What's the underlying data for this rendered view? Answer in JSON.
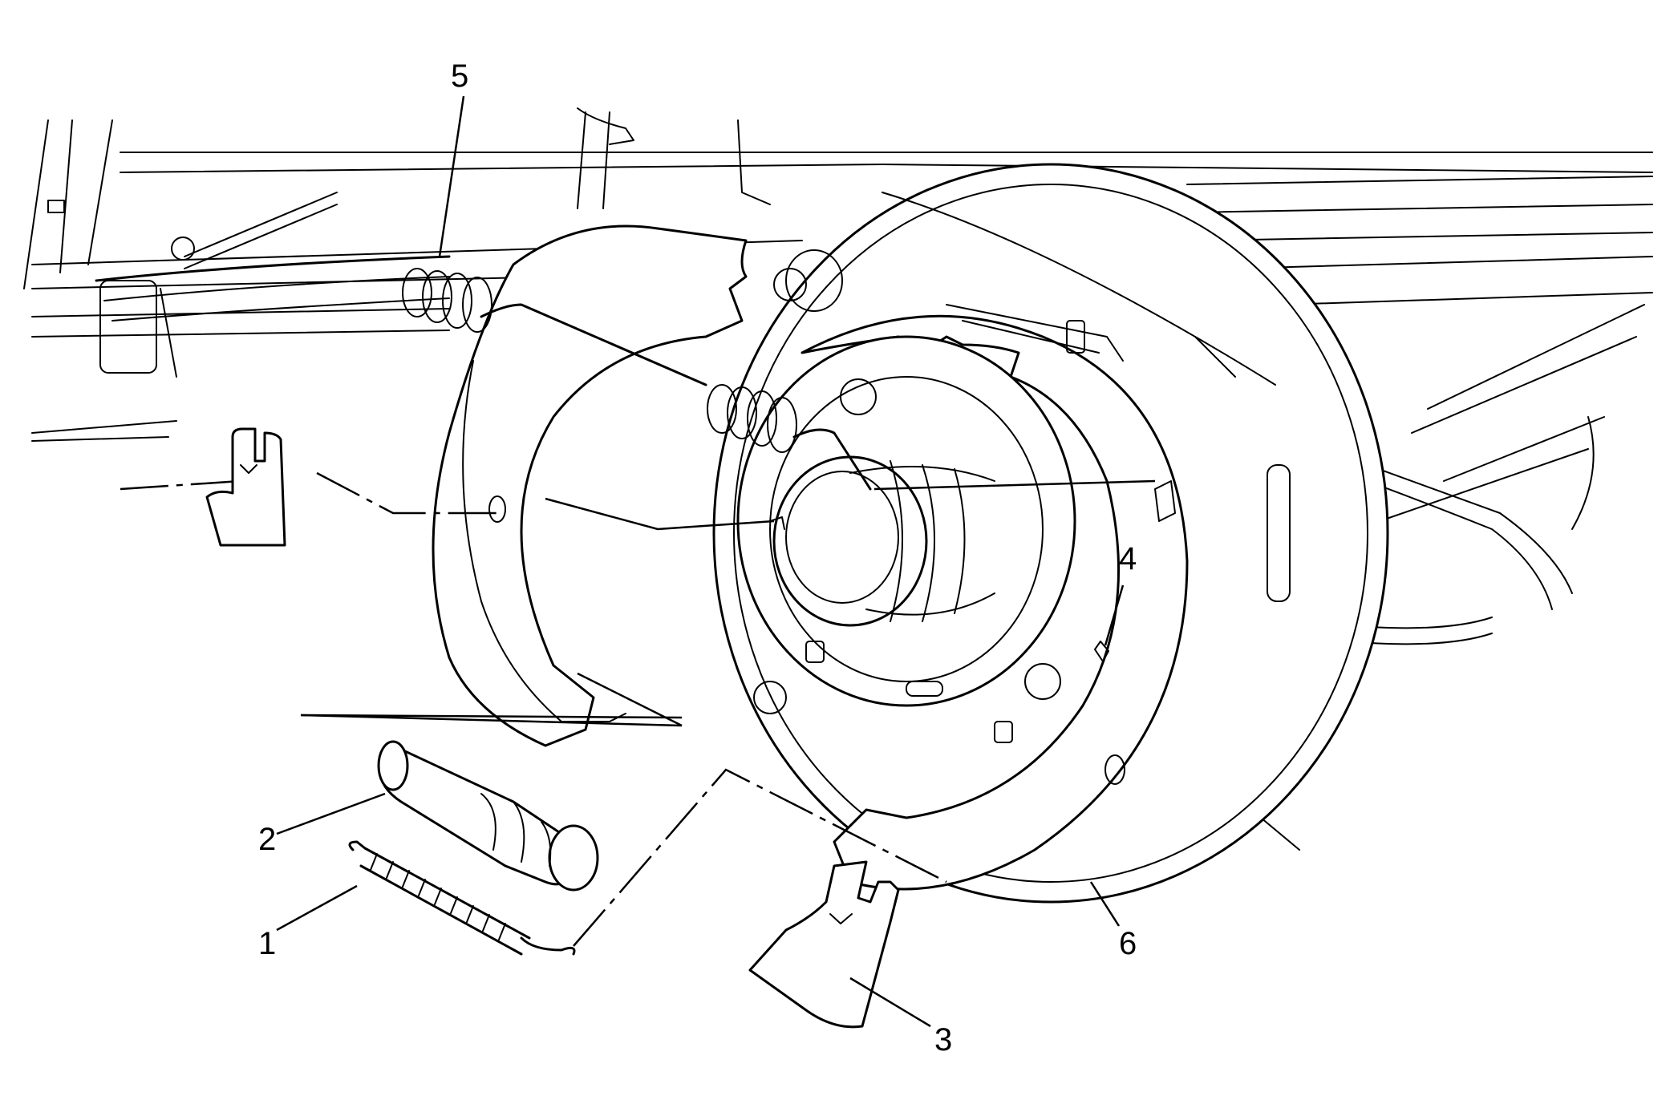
{
  "diagram": {
    "callouts": [
      {
        "id": "1",
        "label": "1",
        "part": "spring"
      },
      {
        "id": "2",
        "label": "2",
        "part": "adjuster"
      },
      {
        "id": "3",
        "label": "3",
        "part": "clip"
      },
      {
        "id": "4",
        "label": "4",
        "part": "pin"
      },
      {
        "id": "5",
        "label": "5",
        "part": "spring"
      },
      {
        "id": "6",
        "label": "6",
        "part": "brake-shoe"
      }
    ]
  },
  "colors": {
    "line": "#000000",
    "background": "#ffffff"
  }
}
